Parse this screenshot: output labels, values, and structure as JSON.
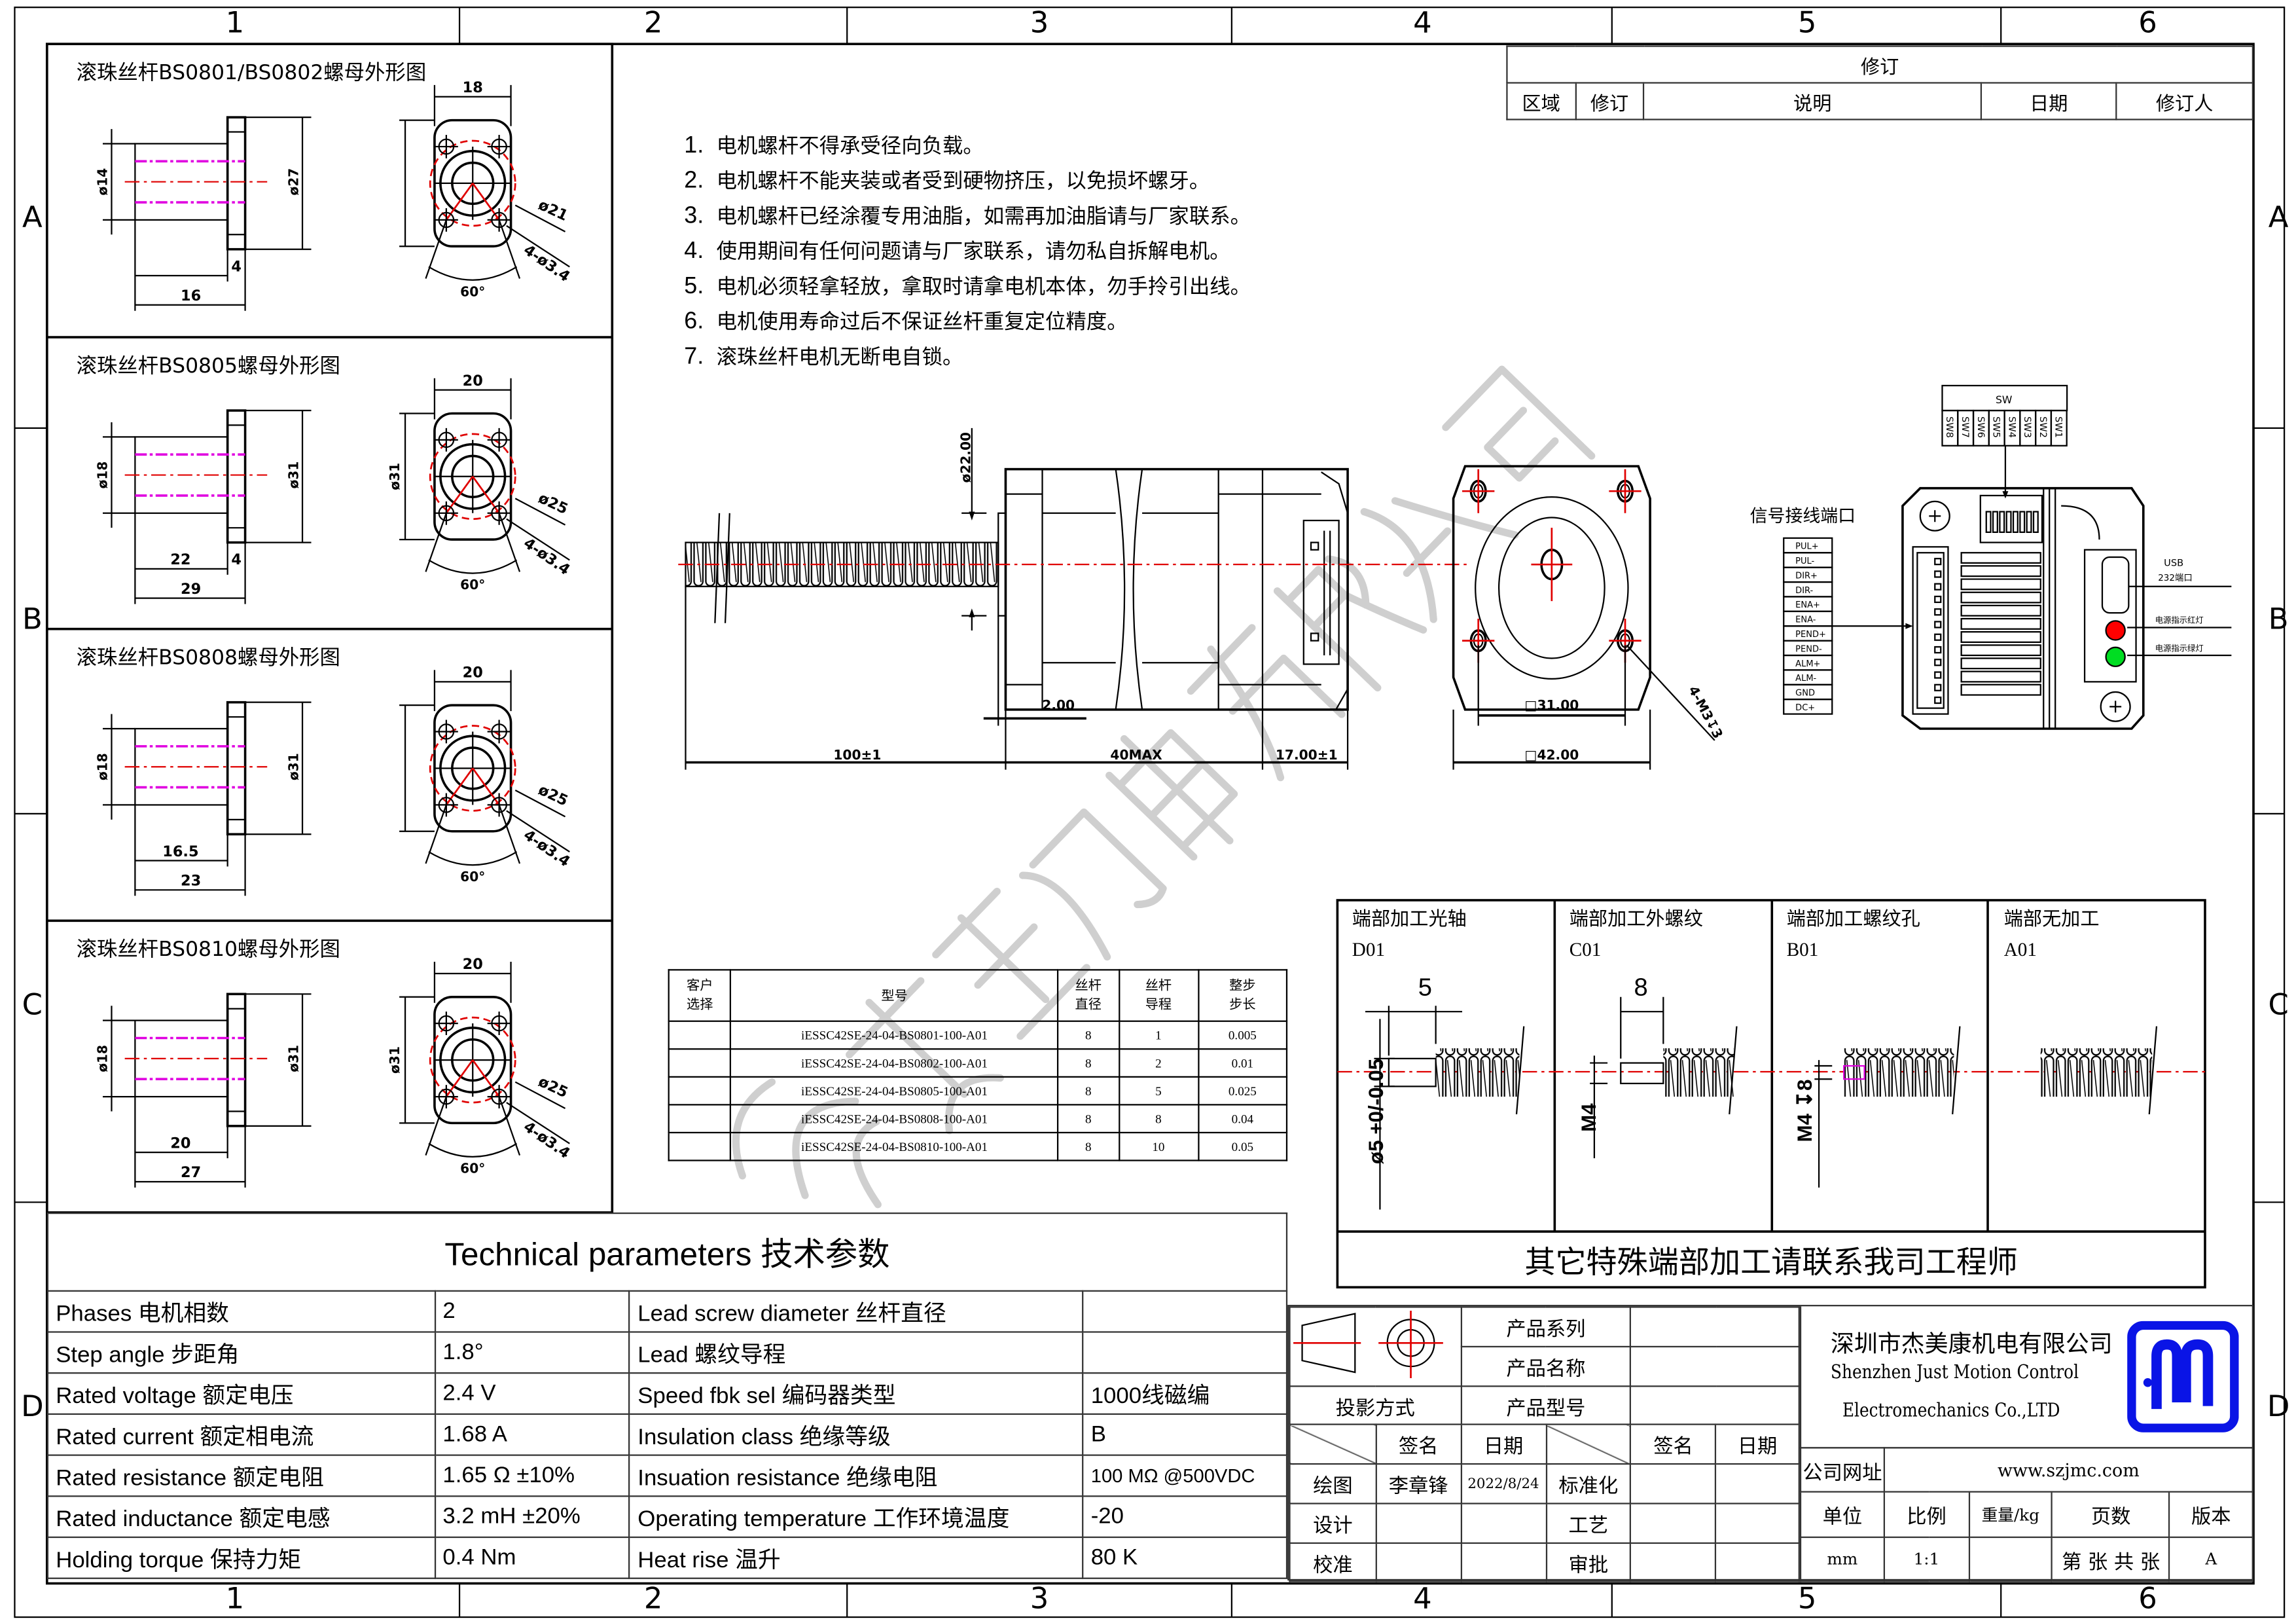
{
  "zones": {
    "columns": [
      "1",
      "2",
      "3",
      "4",
      "5",
      "6"
    ],
    "rows": [
      "A",
      "B",
      "C",
      "D"
    ]
  },
  "watermark": "杰美康机电有限公司",
  "nuts": [
    {
      "title": "滚珠丝杆BS0801/BS0802螺母外形图",
      "dia_left": "ø14",
      "dia_right": "ø27",
      "len_a": "",
      "len_b": "4",
      "total": "16",
      "width": "18",
      "front_dia": "",
      "pcd": "ø21",
      "holes": "4-ø3.4",
      "angle": "60°"
    },
    {
      "title": "滚珠丝杆BS0805螺母外形图",
      "dia_left": "ø18",
      "dia_right": "ø31",
      "len_a": "22",
      "len_b": "4",
      "total": "29",
      "width": "20",
      "front_dia": "ø31",
      "pcd": "ø25",
      "holes": "4-ø3.4",
      "angle": "60°"
    },
    {
      "title": "滚珠丝杆BS0808螺母外形图",
      "dia_left": "ø18",
      "dia_right": "ø31",
      "len_a": "16.5",
      "len_b": "",
      "total": "23",
      "width": "20",
      "front_dia": "",
      "pcd": "ø25",
      "holes": "4-ø3.4",
      "angle": "60°"
    },
    {
      "title": "滚珠丝杆BS0810螺母外形图",
      "dia_left": "ø18",
      "dia_right": "ø31",
      "len_a": "20",
      "len_b": "",
      "total": "27",
      "width": "20",
      "front_dia": "ø31",
      "pcd": "ø25",
      "holes": "4-ø3.4",
      "angle": "60°"
    }
  ],
  "notes": [
    {
      "num": "1.",
      "text": "电机螺杆不得承受径向负载。"
    },
    {
      "num": "2.",
      "text": "电机螺杆不能夹装或者受到硬物挤压，以免损坏螺牙。"
    },
    {
      "num": "3.",
      "text": "电机螺杆已经涂覆专用油脂，如需再加油脂请与厂家联系。"
    },
    {
      "num": "4.",
      "text": "使用期间有任何问题请与厂家联系，请勿私自拆解电机。"
    },
    {
      "num": "5.",
      "text": "电机必须轻拿轻放，拿取时请拿电机本体，勿手拎引出线。"
    },
    {
      "num": "6.",
      "text": "电机使用寿命过后不保证丝杆重复定位精度。"
    },
    {
      "num": "7.",
      "text": "滚珠丝杆电机无断电自锁。"
    }
  ],
  "revision": {
    "title": "修订",
    "headers": [
      "区域",
      "修订",
      "说明",
      "日期",
      "修订人"
    ]
  },
  "motor": {
    "shaft_dia": "ø22.00",
    "flange": "2.00",
    "screw_len": "100±1",
    "body_len": "40MAX",
    "rear_len": "17.00±1",
    "bolt_square": "□31.00",
    "square": "□42.00",
    "holes": "4-M3↧3"
  },
  "driver": {
    "sw_title": "SW",
    "sw": [
      "SW8",
      "SW7",
      "SW6",
      "SW5",
      "SW4",
      "SW3",
      "SW2",
      "SW1"
    ],
    "port_label": "信号接线端口",
    "pins": [
      "PUL+",
      "PUL-",
      "DIR+",
      "DIR-",
      "ENA+",
      "ENA-",
      "PEND+",
      "PEND-",
      "ALM+",
      "ALM-",
      "GND",
      "DC+"
    ],
    "usb": "USB",
    "usb_port": "232端口",
    "red_led": "电源指示红灯",
    "green_led": "电源指示绿灯",
    "red_color": "#ff0000",
    "green_color": "#00dd22"
  },
  "model_table": {
    "headers": [
      "客户\n选择",
      "型号",
      "丝杆\n直径",
      "丝杆\n导程",
      "整步\n步长"
    ],
    "rows": [
      [
        "",
        "iESSC42SE-24-04-BS0801-100-A01",
        "8",
        "1",
        "0.005"
      ],
      [
        "",
        "iESSC42SE-24-04-BS0802-100-A01",
        "8",
        "2",
        "0.01"
      ],
      [
        "",
        "iESSC42SE-24-04-BS0805-100-A01",
        "8",
        "5",
        "0.025"
      ],
      [
        "",
        "iESSC42SE-24-04-BS0808-100-A01",
        "8",
        "8",
        "0.04"
      ],
      [
        "",
        "iESSC42SE-24-04-BS0810-100-A01",
        "8",
        "10",
        "0.05"
      ]
    ]
  },
  "tech": {
    "title": "Technical parameters 技术参数",
    "rows": [
      [
        "Phases 电机相数",
        "2",
        "Lead screw diameter 丝杆直径",
        ""
      ],
      [
        "Step angle 步距角",
        "1.8°",
        "Lead 螺纹导程",
        ""
      ],
      [
        "Rated voltage 额定电压",
        "2.4 V",
        "Speed fbk sel  编码器类型",
        "1000线磁编"
      ],
      [
        "Rated current 额定相电流",
        "1.68 A",
        "Insulation class 绝缘等级",
        "B"
      ],
      [
        "Rated resistance 额定电阻",
        "1.65 Ω  ±10%",
        "Insuation resistance 绝缘电阻",
        "100 MΩ @500VDC"
      ],
      [
        "Rated inductance 额定电感",
        "3.2 mH ±20%",
        "Operating temperature 工作环境温度",
        "-20"
      ],
      [
        "Holding torque 保持力矩",
        "0.4 Nm",
        "Heat rise 温升",
        "80 K"
      ]
    ]
  },
  "end_processing": {
    "items": [
      {
        "title": "端部加工光轴",
        "code": "D01",
        "dim_len": "5",
        "dim_dia": "ø5 +0/-0.05"
      },
      {
        "title": "端部加工外螺纹",
        "code": "C01",
        "dim_len": "8",
        "dim_dia": "M4"
      },
      {
        "title": "端部加工螺纹孔",
        "code": "B01",
        "dim_len": "",
        "dim_dia": "M4 ↧8"
      },
      {
        "title": "端部无加工",
        "code": "A01",
        "dim_len": "",
        "dim_dia": ""
      }
    ],
    "footer": "其它特殊端部加工请联系我司工程师"
  },
  "title_block": {
    "product_series": "产品系列",
    "product_name": "产品名称",
    "projection": "投影方式",
    "product_model": "产品型号",
    "sign": "签名",
    "date": "日期",
    "drawn": "绘图",
    "drawn_by": "李章锋",
    "drawn_date": "2022/8/24",
    "standard": "标准化",
    "design": "设计",
    "process": "工艺",
    "check": "校准",
    "approve": "审批",
    "company_cn": "深圳市杰美康机电有限公司",
    "company_en1": "Shenzhen  Just  Motion  Control",
    "company_en2": "Electromechanics  Co.,LTD",
    "website_label": "公司网址",
    "website": "www.szjmc.com",
    "unit_label": "单位",
    "scale_label": "比例",
    "weight_label": "重量/kg",
    "pages_label": "页数",
    "version_label": "版本",
    "unit": "mm",
    "scale": "1:1",
    "weight": "",
    "pages": "第 张 共 张",
    "version": "A",
    "logo_color": "#0a14e6"
  }
}
